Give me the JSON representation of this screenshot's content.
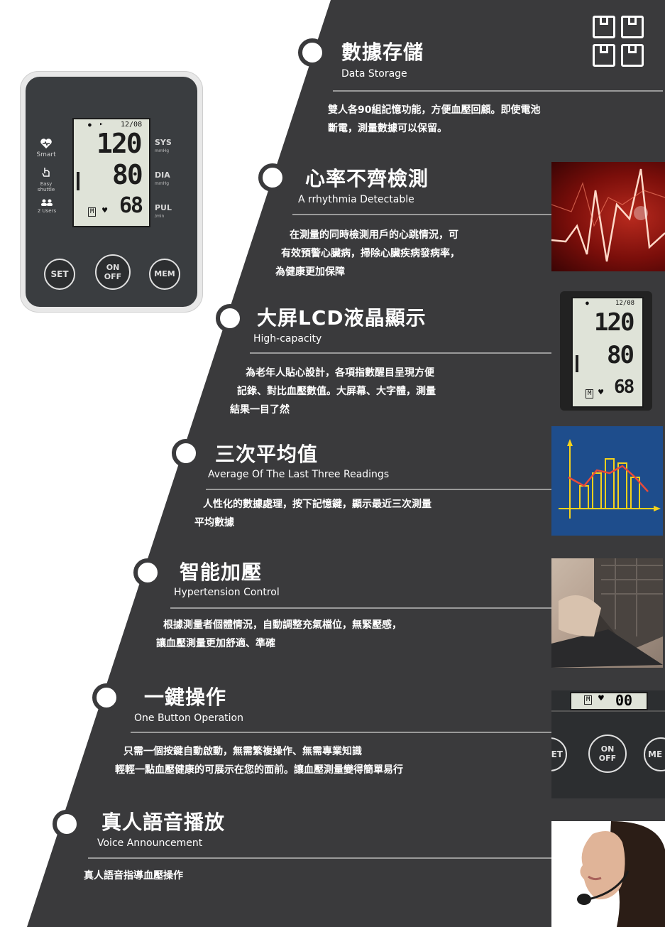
{
  "device": {
    "date": "12/08",
    "systolic": "120",
    "diastolic": "80",
    "pulse": "68",
    "memory_mark": "M",
    "labels": {
      "sys": "SYS",
      "dia": "DIA",
      "pul": "PUL",
      "mmhg": "mmHg",
      "min": "/min"
    },
    "side_labels": {
      "smart": "Smart",
      "easy": "Easy shuttle",
      "users": "2 Users"
    },
    "buttons": {
      "set": "SET",
      "on": "ON",
      "off": "OFF",
      "mem": "MEM"
    }
  },
  "features": [
    {
      "title": "數據存儲",
      "subtitle": "Data Storage",
      "description": [
        "雙人各90組記憶功能，方便血壓回顧。即使電池",
        "斷電，測量數據可以保留。"
      ]
    },
    {
      "title": "心率不齊檢測",
      "subtitle": "A rrhythmia Detectable",
      "description": [
        "在測量的同時檢測用戶的心跳情況，可",
        "有效預警心臟病，掃除心臟疾病發病率，",
        "為健康更加保障"
      ]
    },
    {
      "title": "大屏LCD液晶顯示",
      "subtitle": "High-capacity",
      "description": [
        "為老年人貼心設計，各項指數醒目呈現方便",
        "記錄、對比血壓數值。大屏幕、大字體，測量",
        "結果一目了然"
      ]
    },
    {
      "title": "三次平均值",
      "subtitle": "Average Of The Last Three Readings",
      "description": [
        "人性化的數據處理，按下記憶鍵，顯示最近三次測量",
        "平均數據"
      ]
    },
    {
      "title": "智能加壓",
      "subtitle": "Hypertension Control",
      "description": [
        "根據測量者個體情況，自動調整充氣檔位，無緊壓感，",
        "讓血壓測量更加舒適、準確"
      ]
    },
    {
      "title": "一鍵操作",
      "subtitle": "One Button Operation",
      "description": [
        "只需一個按鍵自動啟動，無需繁複操作、無需專業知識",
        "輕輕一點血壓健康的可展示在您的面前。讓血壓測量變得簡單易行"
      ]
    },
    {
      "title": "真人語音播放",
      "subtitle": "Voice Announcement",
      "description": [
        "真人語音指導血壓操作"
      ]
    }
  ],
  "photos": {
    "lcd_closeup": {
      "date": "12/08",
      "systolic": "120",
      "diastolic": "80",
      "pulse": "68",
      "memory_mark": "M"
    },
    "button_closeup": {
      "display": "00",
      "memory_mark": "M",
      "set_fragment": "ET",
      "on": "ON",
      "off": "OFF",
      "mem_fragment": "ME"
    }
  },
  "colors": {
    "dark": "#3a3a3c",
    "line": "#9a9a9a",
    "chart_bg": "#1e4d8c",
    "heart_red": "#b01818"
  }
}
